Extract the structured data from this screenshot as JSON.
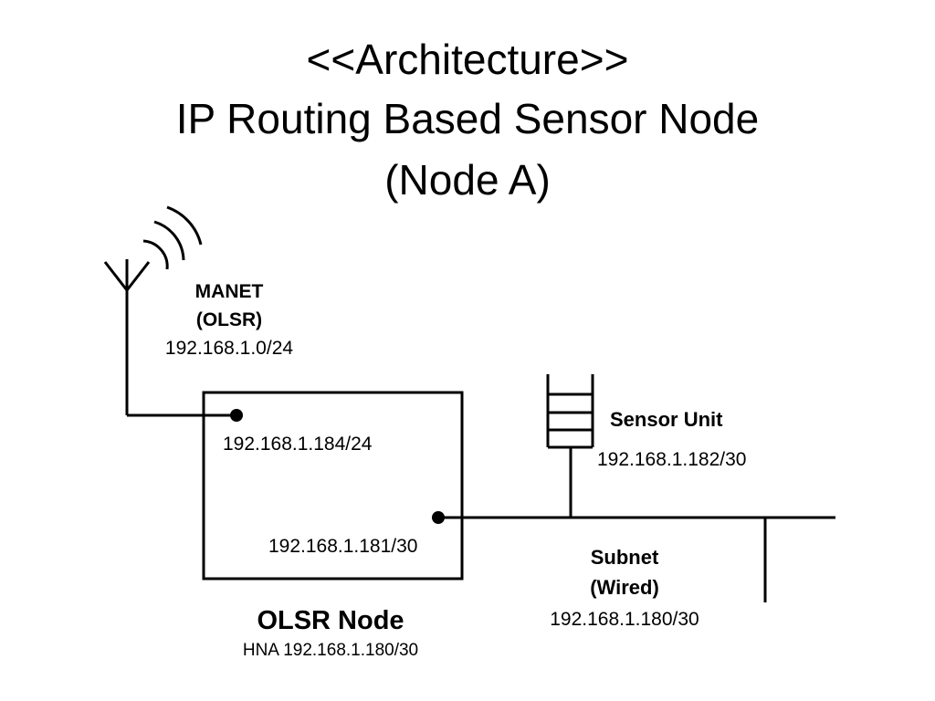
{
  "title": {
    "line1": "<<Architecture>>",
    "line2": "IP Routing Based Sensor Node",
    "line3": "(Node A)"
  },
  "manet": {
    "name": "MANET",
    "protocol": "(OLSR)",
    "network": "192.168.1.0/24"
  },
  "olsr_node": {
    "name": "OLSR Node",
    "hna": "HNA 192.168.1.180/30",
    "wireless_interface": "192.168.1.184/24",
    "wired_interface": "192.168.1.181/30"
  },
  "sensor_unit": {
    "name": "Sensor Unit",
    "address": "192.168.1.182/30"
  },
  "subnet": {
    "name": "Subnet",
    "medium": "(Wired)",
    "network": "192.168.1.180/30"
  },
  "colors": {
    "line": "#000000",
    "background": "#ffffff"
  },
  "icons": [
    "antenna-icon",
    "radio-waves-icon",
    "sensor-unit-icon"
  ]
}
